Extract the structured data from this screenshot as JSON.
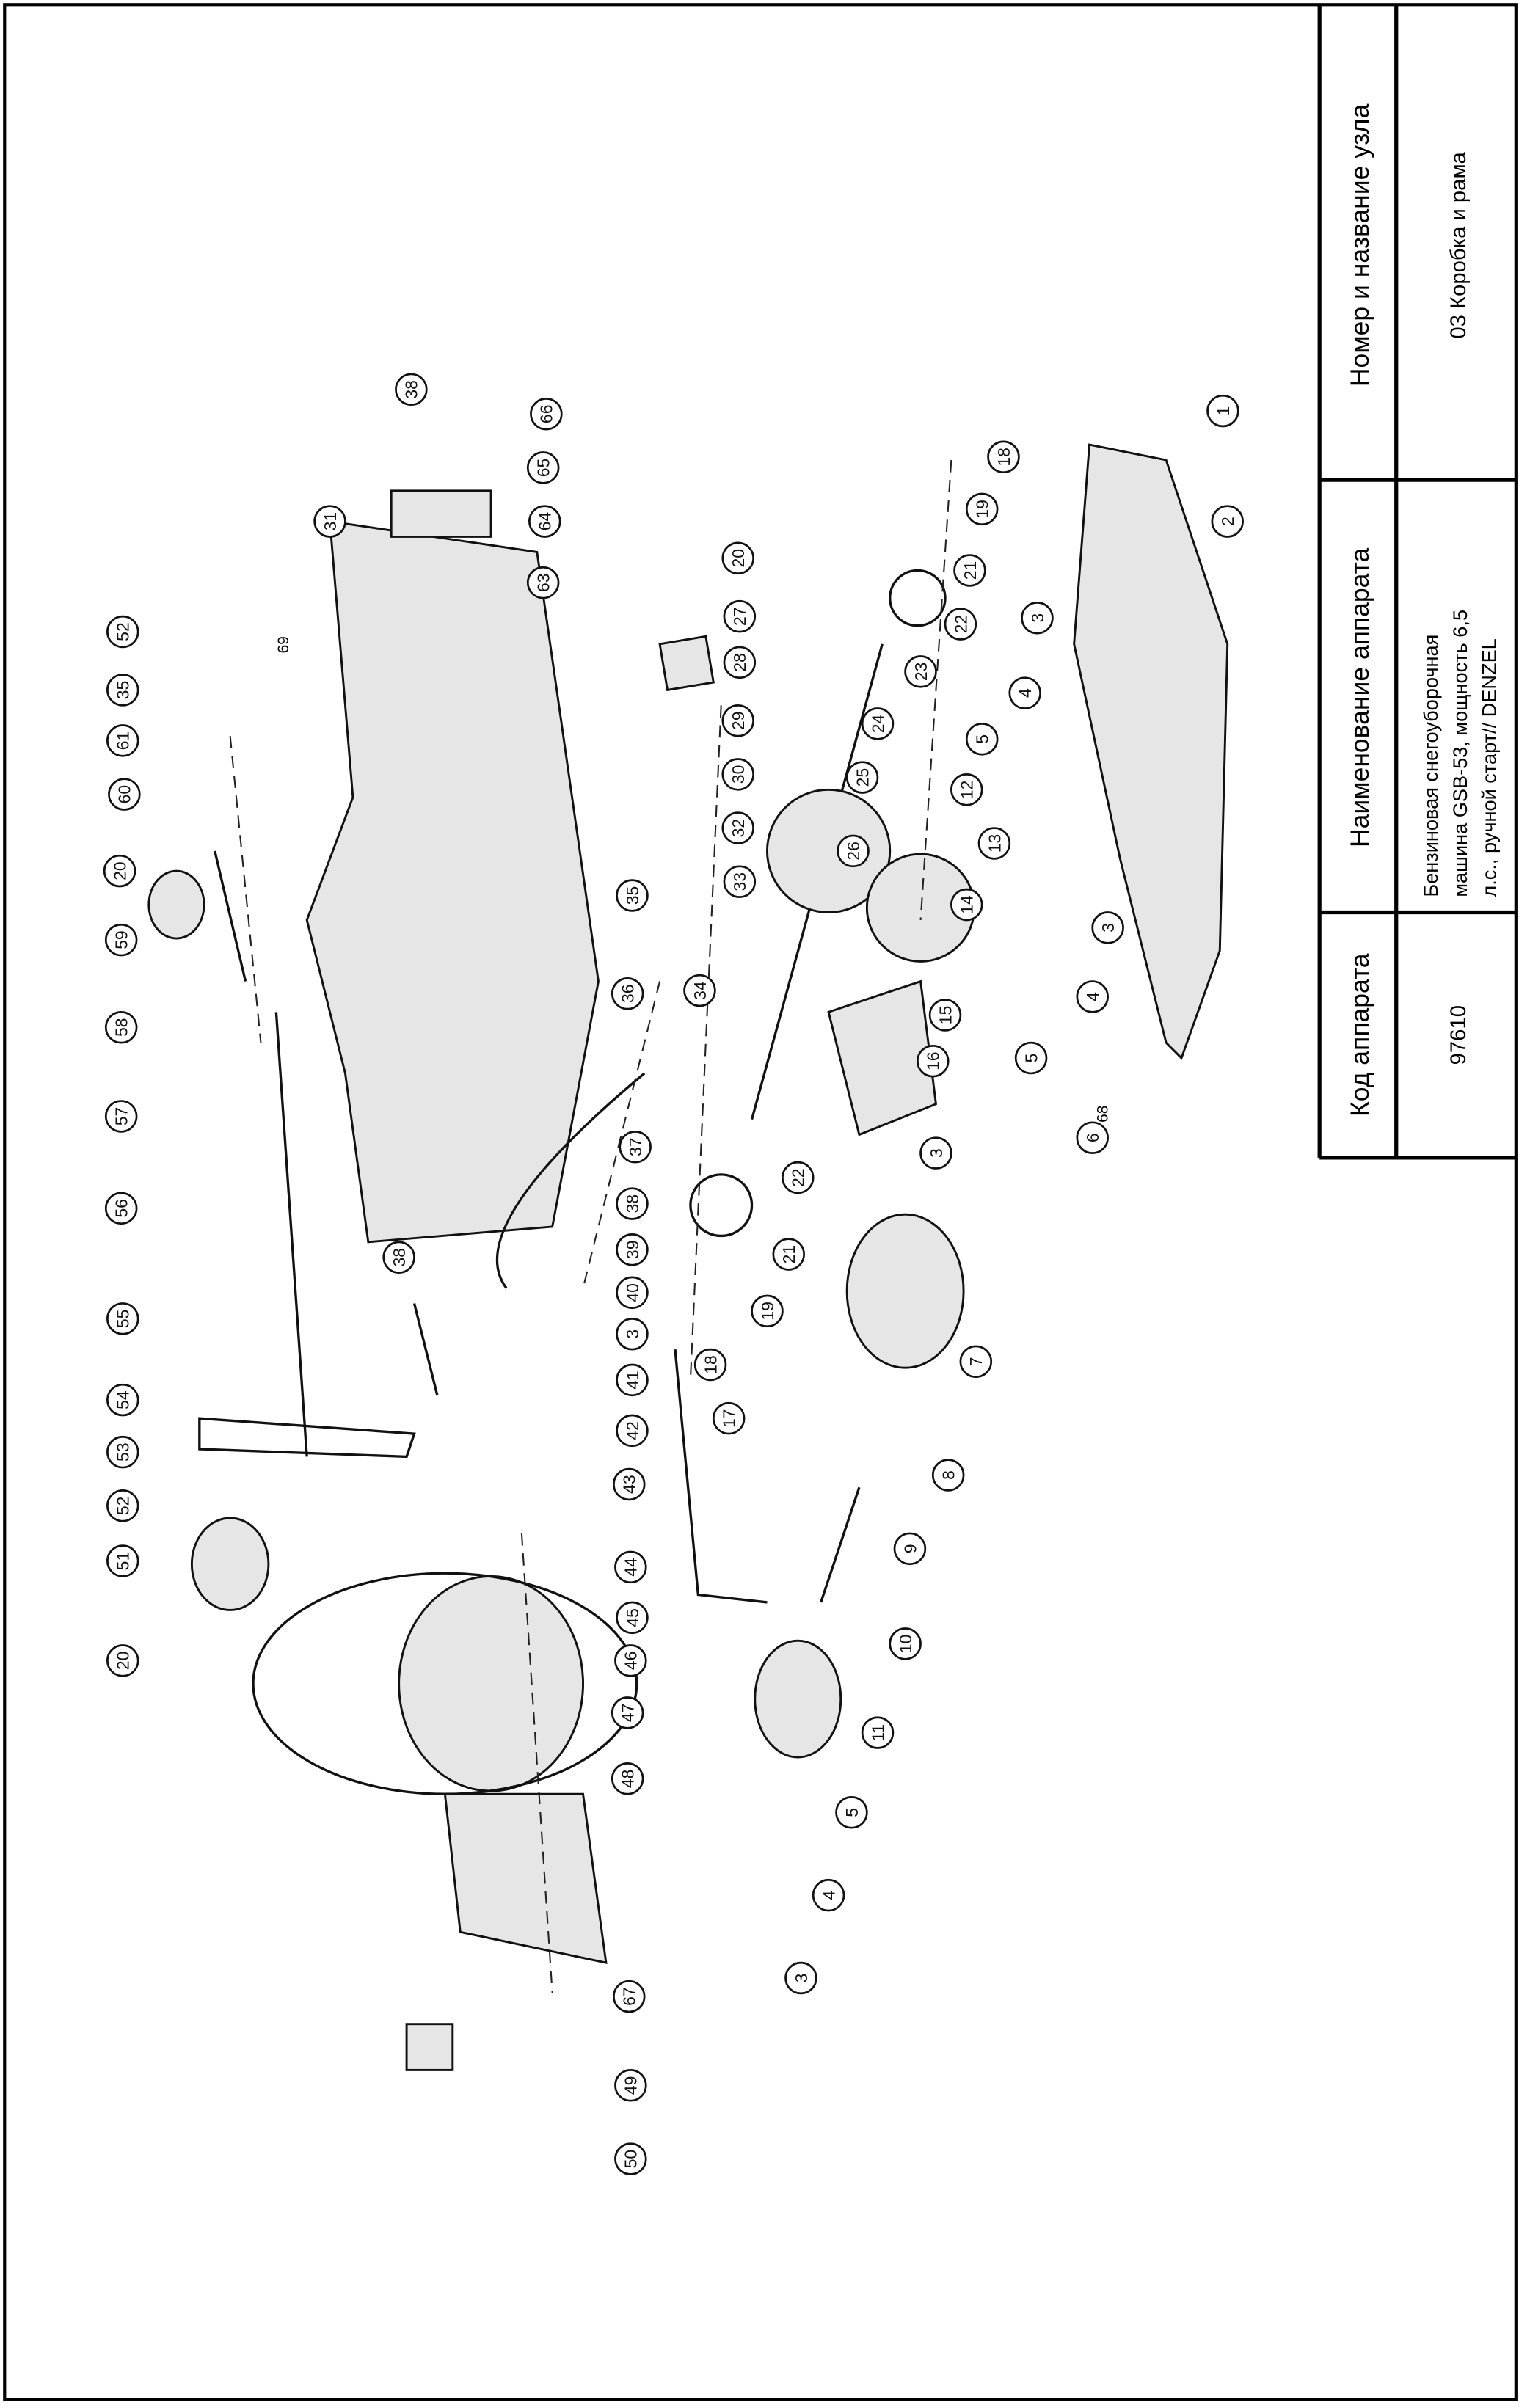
{
  "title_block": {
    "node_header": "Номер и название узла",
    "node_value": "03 Коробка и рама",
    "device_name_header": "Наименование аппарата",
    "device_name_lines": [
      "Бензиновая снегоуборочная",
      "машина  GSB-53, мощность 6,5",
      "л.с., ручной старт// DENZEL"
    ],
    "code_header": "Код аппарата",
    "code_value": "97610"
  },
  "callouts": [
    "1",
    "2",
    "18",
    "19",
    "21",
    "22",
    "3",
    "4",
    "23",
    "24",
    "5",
    "12",
    "25",
    "26",
    "13",
    "14",
    "3",
    "4",
    "5",
    "15",
    "16",
    "6",
    "3",
    "22",
    "21",
    "19",
    "18",
    "17",
    "7",
    "8",
    "9",
    "10",
    "11",
    "5",
    "4",
    "3",
    "20",
    "27",
    "28",
    "29",
    "30",
    "32",
    "33",
    "34",
    "35",
    "36",
    "3",
    "41",
    "42",
    "43",
    "44",
    "45",
    "46",
    "47",
    "48",
    "67",
    "49",
    "50",
    "37",
    "38",
    "39",
    "40",
    "38",
    "66",
    "65",
    "64",
    "63",
    "31",
    "52",
    "35",
    "61",
    "60",
    "20",
    "59",
    "58",
    "57",
    "56",
    "55",
    "54",
    "53",
    "52",
    "51",
    "20",
    "38"
  ],
  "free_labels": [
    "68",
    "69"
  ]
}
